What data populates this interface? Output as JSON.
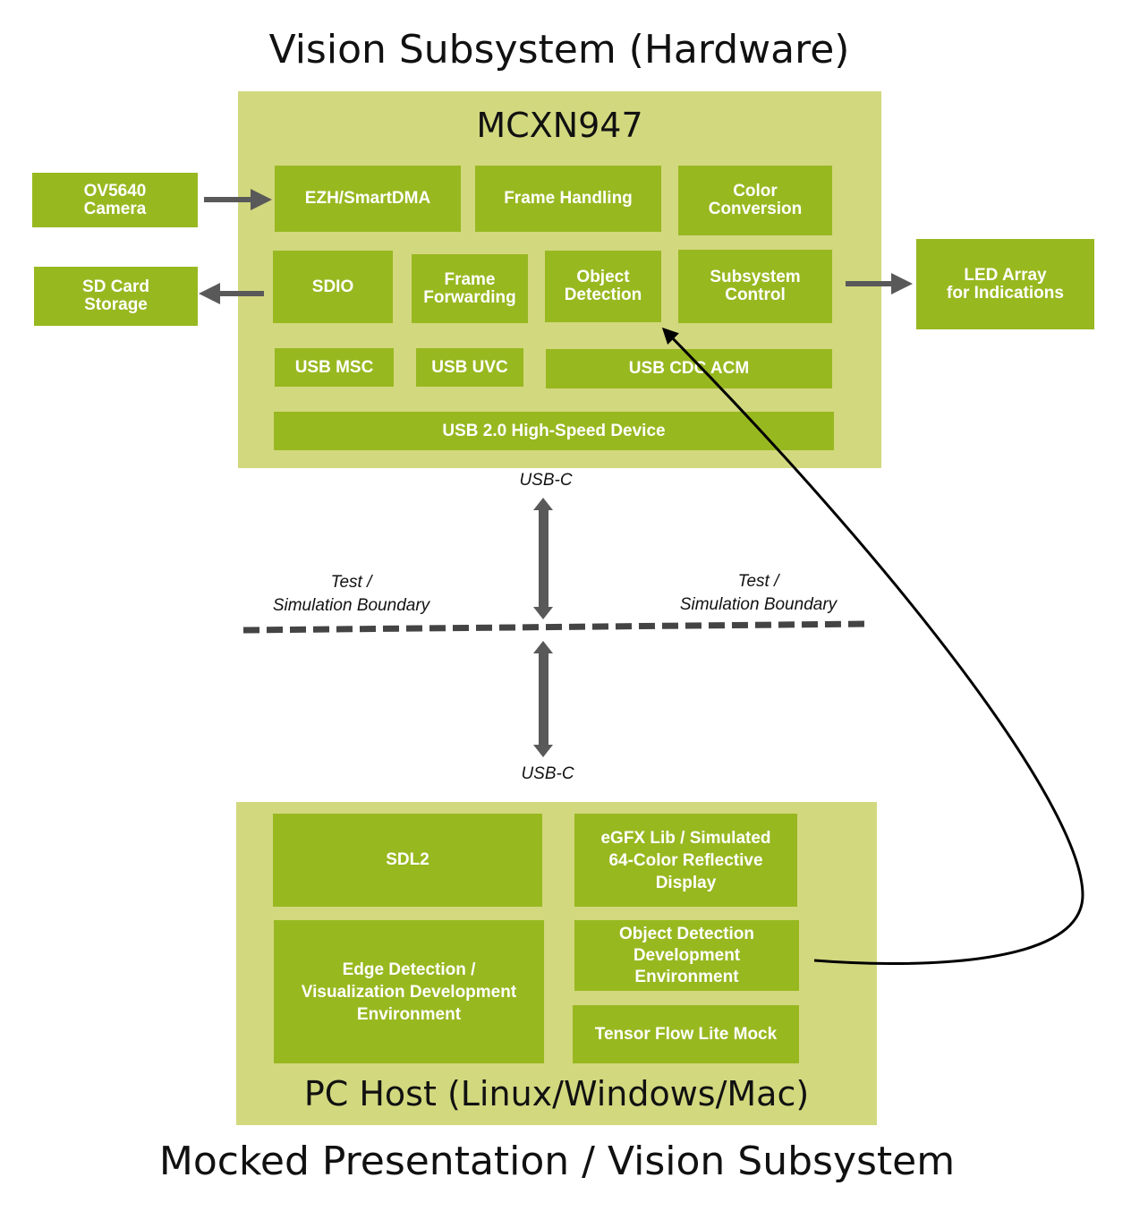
{
  "titles": {
    "top": "Vision Subsystem (Hardware)",
    "bottom": "Mocked Presentation / Vision Subsystem"
  },
  "hardware": {
    "chip_label": "MCXN947",
    "blocks": {
      "ezh": "EZH/SmartDMA",
      "frame_handling": "Frame Handling",
      "color_conversion": "Color\nConversion",
      "sdio": "SDIO",
      "frame_forwarding": "Frame\nForwarding",
      "object_detection": "Object\nDetection",
      "subsystem_control": "Subsystem\nControl",
      "usb_msc": "USB  MSC",
      "usb_uvc": "USB  UVC",
      "usb_cdc_acm": "USB CDC ACM",
      "usb_hs_device": "USB 2.0 High-Speed Device"
    }
  },
  "external": {
    "camera": "OV5640\nCamera",
    "sd_card": "SD Card\nStorage",
    "led_array": "LED Array\nfor Indications"
  },
  "connections": {
    "usb_top": "USB-C",
    "usb_bottom": "USB-C",
    "boundary_left": "Test /\nSimulation Boundary",
    "boundary_right": "Test /\nSimulation Boundary"
  },
  "pc_host": {
    "label": "PC Host (Linux/Windows/Mac)",
    "blocks": {
      "sdl2": "SDL2",
      "egfx": "eGFX Lib  / Simulated\n64-Color  Reflective\nDisplay",
      "edge_detection": "Edge Detection /\nVisualization  Development\nEnvironment",
      "object_detection_env": "Object Detection\nDevelopment\nEnvironment",
      "tflite_mock": "Tensor Flow Lite Mock"
    }
  },
  "colors": {
    "panel": "#d2d87e",
    "block": "#98b820",
    "arrow": "#595959",
    "curve": "#000000"
  }
}
